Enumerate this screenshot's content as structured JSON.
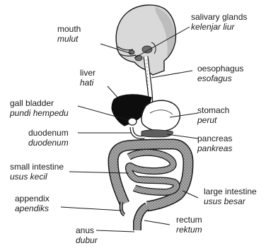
{
  "labels": {
    "salivary_glands": {
      "en": "salivary glands",
      "ms": "kelenjar liur"
    },
    "mouth": {
      "en": "mouth",
      "ms": "mulut"
    },
    "oesophagus": {
      "en": "oesophagus",
      "ms": "esofagus"
    },
    "liver": {
      "en": "liver",
      "ms": "hati"
    },
    "gall_bladder": {
      "en": "gall bladder",
      "ms": "pundi hempedu"
    },
    "stomach": {
      "en": "stomach",
      "ms": "perut"
    },
    "duodenum": {
      "en": "duodenum",
      "ms": "duodenum"
    },
    "pancreas": {
      "en": "pancreas",
      "ms": "pankreas"
    },
    "small_intestine": {
      "en": "small intestine",
      "ms": "usus kecil"
    },
    "large_intestine": {
      "en": "large intestine",
      "ms": "usus besar"
    },
    "appendix": {
      "en": "appendix",
      "ms": "apendiks"
    },
    "rectum": {
      "en": "rectum",
      "ms": "rektum"
    },
    "anus": {
      "en": "anus",
      "ms": "dubur"
    }
  },
  "colors": {
    "ink": "#1a1a1a",
    "organ_dark": "#0d0d0d",
    "organ_gray": "#8c8c8c",
    "head_shade": "#cfcfcf",
    "background": "#ffffff"
  }
}
